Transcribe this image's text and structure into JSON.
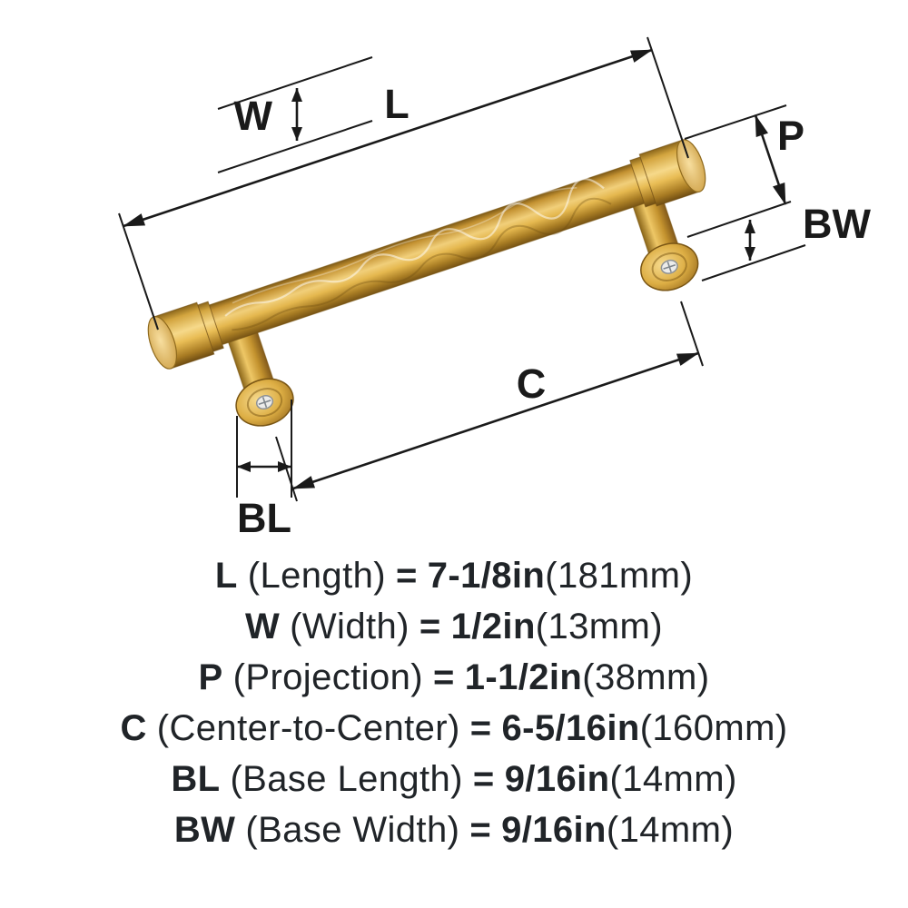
{
  "diagram": {
    "labels": {
      "l": "L",
      "w": "W",
      "p": "P",
      "bw": "BW",
      "c": "C",
      "bl": "BL"
    },
    "colors": {
      "gold_light": "#f1cf7a",
      "gold_mid": "#d8a13c",
      "gold_dark": "#7a5614",
      "dimension_line": "#1a1a1a",
      "screw": "#ececea"
    }
  },
  "specs": [
    {
      "symbol": "L",
      "name": "(Length)",
      "equals": "=",
      "value": "7-1/8in",
      "metric": "(181mm)"
    },
    {
      "symbol": "W",
      "name": "(Width)",
      "equals": "=",
      "value": "1/2in",
      "metric": "(13mm)"
    },
    {
      "symbol": "P",
      "name": "(Projection)",
      "equals": "=",
      "value": "1-1/2in",
      "metric": "(38mm)"
    },
    {
      "symbol": "C",
      "name": "(Center-to-Center)",
      "equals": "=",
      "value": "6-5/16in",
      "metric": "(160mm)"
    },
    {
      "symbol": "BL",
      "name": "(Base Length)",
      "equals": "=",
      "value": "9/16in",
      "metric": "(14mm)"
    },
    {
      "symbol": "BW",
      "name": "(Base Width)",
      "equals": "=",
      "value": "9/16in",
      "metric": "(14mm)"
    }
  ]
}
